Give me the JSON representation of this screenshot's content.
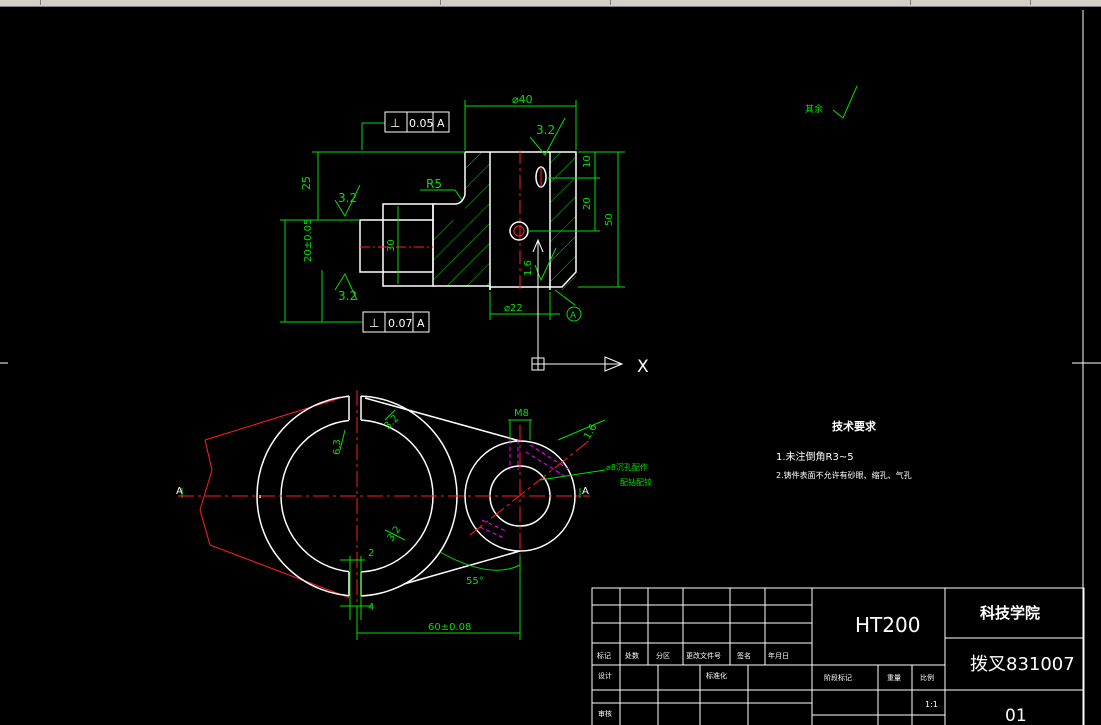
{
  "drawing": {
    "front_view": {
      "dim_diameter_40": "⌀40",
      "dim_25": "25",
      "dim_20_tol": "20±0.05",
      "dim_30": "30",
      "dim_10": "10",
      "dim_20": "20",
      "dim_50": "50",
      "dim_r5": "R5",
      "dim_diameter_22": "⌀22",
      "tol_top_symbol": "⊥",
      "tol_top_value": "0.05",
      "tol_top_datum": "A",
      "tol_bottom_symbol": "⊥",
      "tol_bottom_value": "0.07",
      "tol_bottom_datum": "A",
      "rough_top": "3.2",
      "rough_left_upper": "3.2",
      "rough_left_lower": "3.2",
      "rough_right": "1.6",
      "datum_label": "A"
    },
    "ucs_label": "X",
    "top_view": {
      "dim_m8": "M8",
      "dim_16": "1.6",
      "dim_63": "6.3",
      "dim_32_upper": "3.2",
      "dim_32_lower": "3.2",
      "dim_2": "2",
      "dim_4": "4",
      "dim_60": "60±0.08",
      "dim_55": "55°",
      "hole_note_1": "⌀8沉孔配作",
      "hole_note_2": "配钻配铰",
      "section_a_left": "A",
      "section_a_right": "A"
    },
    "rough_other": "其余",
    "tech_requirements": {
      "title": "技术要求",
      "item1": "1.未注倒角R3~5",
      "item2": "2.铸件表面不允许有砂眼、缩孔、气孔"
    },
    "title_block": {
      "material": "HT200",
      "school": "科技学院",
      "drawing_no": "拨叉831007",
      "sheet": "01",
      "scale": "1:1",
      "col_mark": "标记",
      "col_count": "处数",
      "col_zone": "分区",
      "col_change_doc": "更改文件号",
      "col_sign": "签名",
      "col_date": "年月日",
      "row_design": "设计",
      "row_standard": "标准化",
      "row_check": "审核",
      "stage_mark": "阶段标记",
      "weight": "重量",
      "scale_label": "比例"
    }
  }
}
